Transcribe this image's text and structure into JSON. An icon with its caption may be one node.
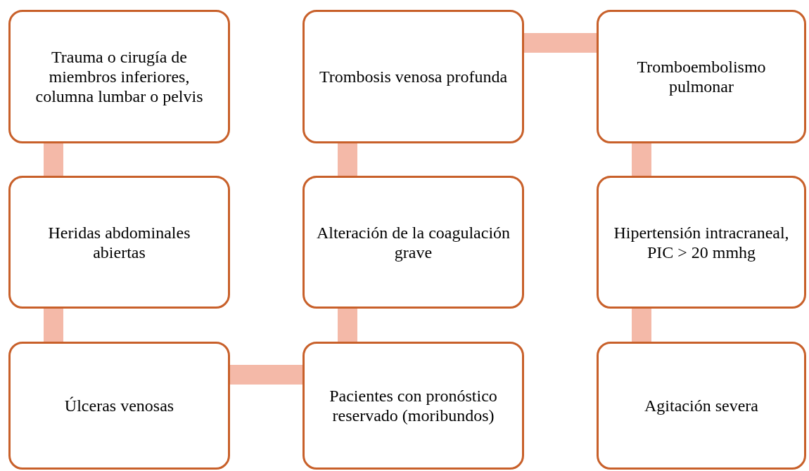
{
  "diagram": {
    "nodes": [
      {
        "text": [
          "Trauma o cirugía de miembros inferiores, columna lumbar o pelvis"
        ]
      },
      {
        "text": [
          "Heridas abdominales abiertas"
        ]
      },
      {
        "text": [
          "Úlceras venosas"
        ]
      },
      {
        "text": [
          "Pacientes con pronóstico reservado (moribundos)"
        ]
      },
      {
        "text": [
          "Alteración de la coagulación grave"
        ]
      },
      {
        "text": [
          "Trombosis venosa profunda"
        ]
      },
      {
        "text": [
          "Tromboembolismo pulmonar"
        ]
      },
      {
        "text": [
          "Hipertensión intracraneal, PIC > 20 mmhg"
        ]
      },
      {
        "text": [
          "Agitación severa"
        ]
      }
    ],
    "edges": [
      {
        "from": 0,
        "to": 1,
        "arrow": "none"
      },
      {
        "from": 1,
        "to": 2,
        "arrow": "none"
      },
      {
        "from": 2,
        "to": 3,
        "arrow": "none"
      },
      {
        "from": 3,
        "to": 4,
        "arrow": "none"
      },
      {
        "from": 4,
        "to": 5,
        "arrow": "none"
      },
      {
        "from": 5,
        "to": 6,
        "arrow": "none"
      },
      {
        "from": 6,
        "to": 7,
        "arrow": "none"
      },
      {
        "from": 7,
        "to": 8,
        "arrow": "none"
      }
    ]
  }
}
